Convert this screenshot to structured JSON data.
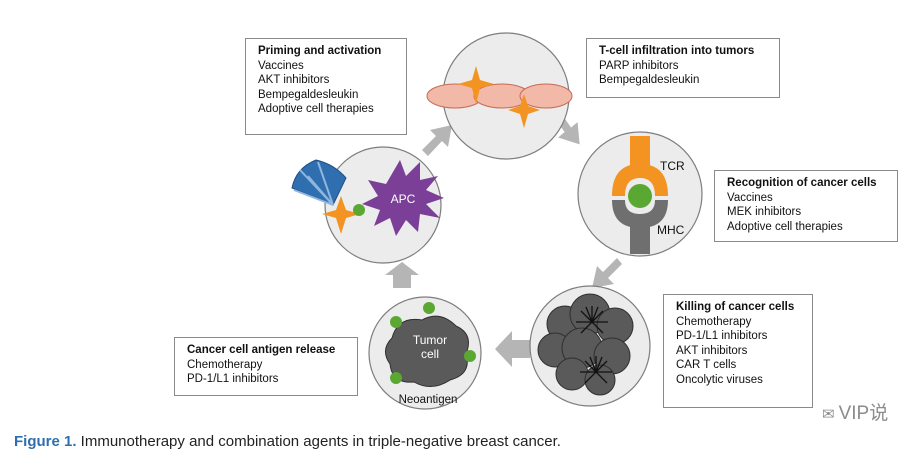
{
  "boxes": {
    "priming": {
      "title": "Priming and activation",
      "lines": [
        "Vaccines",
        "AKT inhibitors",
        "Bempegaldesleukin",
        "Adoptive cell therapies"
      ]
    },
    "infiltration": {
      "title": "T-cell infiltration into tumors",
      "lines": [
        "PARP inhibitors",
        "Bempegaldesleukin"
      ]
    },
    "recognition": {
      "title": "Recognition of cancer cells",
      "lines": [
        "Vaccines",
        "MEK inhibitors",
        "Adoptive cell therapies"
      ]
    },
    "killing": {
      "title": "Killing of cancer cells",
      "lines": [
        "Chemotherapy",
        "PD-1/L1 inhibitors",
        "AKT inhibitors",
        "CAR T cells",
        "Oncolytic viruses"
      ]
    },
    "release": {
      "title": "Cancer cell antigen release",
      "lines": [
        "Chemotherapy",
        "PD-1/L1 inhibitors"
      ]
    }
  },
  "labels": {
    "apc": "APC",
    "tcr": "TCR",
    "mhc": "MHC",
    "tumor_line1": "Tumor",
    "tumor_line2": "cell",
    "neoantigen": "Neoantigen"
  },
  "caption": {
    "lead": "Figure 1.",
    "text": " Immunotherapy and combination agents in triple-negative breast cancer."
  },
  "watermark": "VIP说",
  "colors": {
    "circle_fill": "#ececec",
    "circle_stroke": "#7d7d7d",
    "arrow": "#b5b5b5",
    "tcell_orange": "#f29322",
    "apc_purple": "#7b3f98",
    "antigen_green": "#5aa732",
    "dc_blue": "#2f6fb0",
    "tumor_gray": "#5a5a5a",
    "endothelial_pink": "#f2b8a8",
    "mhc_gray": "#6f6f6f",
    "caption_blue": "#2f6fb0"
  }
}
